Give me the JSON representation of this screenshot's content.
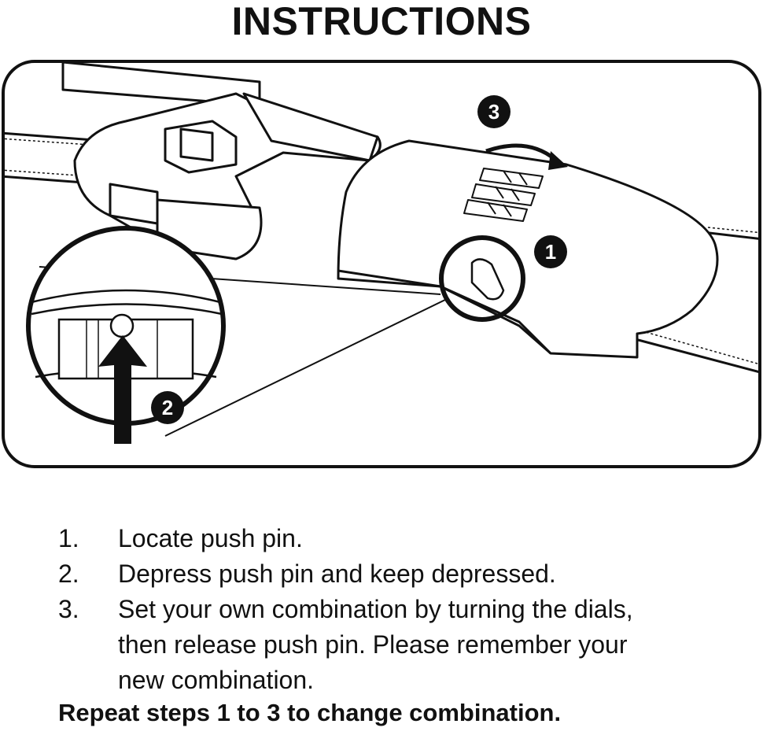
{
  "title": "INSTRUCTIONS",
  "callouts": [
    "1",
    "2",
    "3"
  ],
  "steps": [
    {
      "number": "1.",
      "lines": [
        "Locate push pin."
      ]
    },
    {
      "number": "2.",
      "lines": [
        "Depress push pin and keep depressed."
      ]
    },
    {
      "number": "3.",
      "lines": [
        "Set your own combination by turning the dials,",
        "then release push pin. Please remember your",
        "new combination."
      ]
    }
  ],
  "note": "Repeat steps 1 to 3 to change combination."
}
